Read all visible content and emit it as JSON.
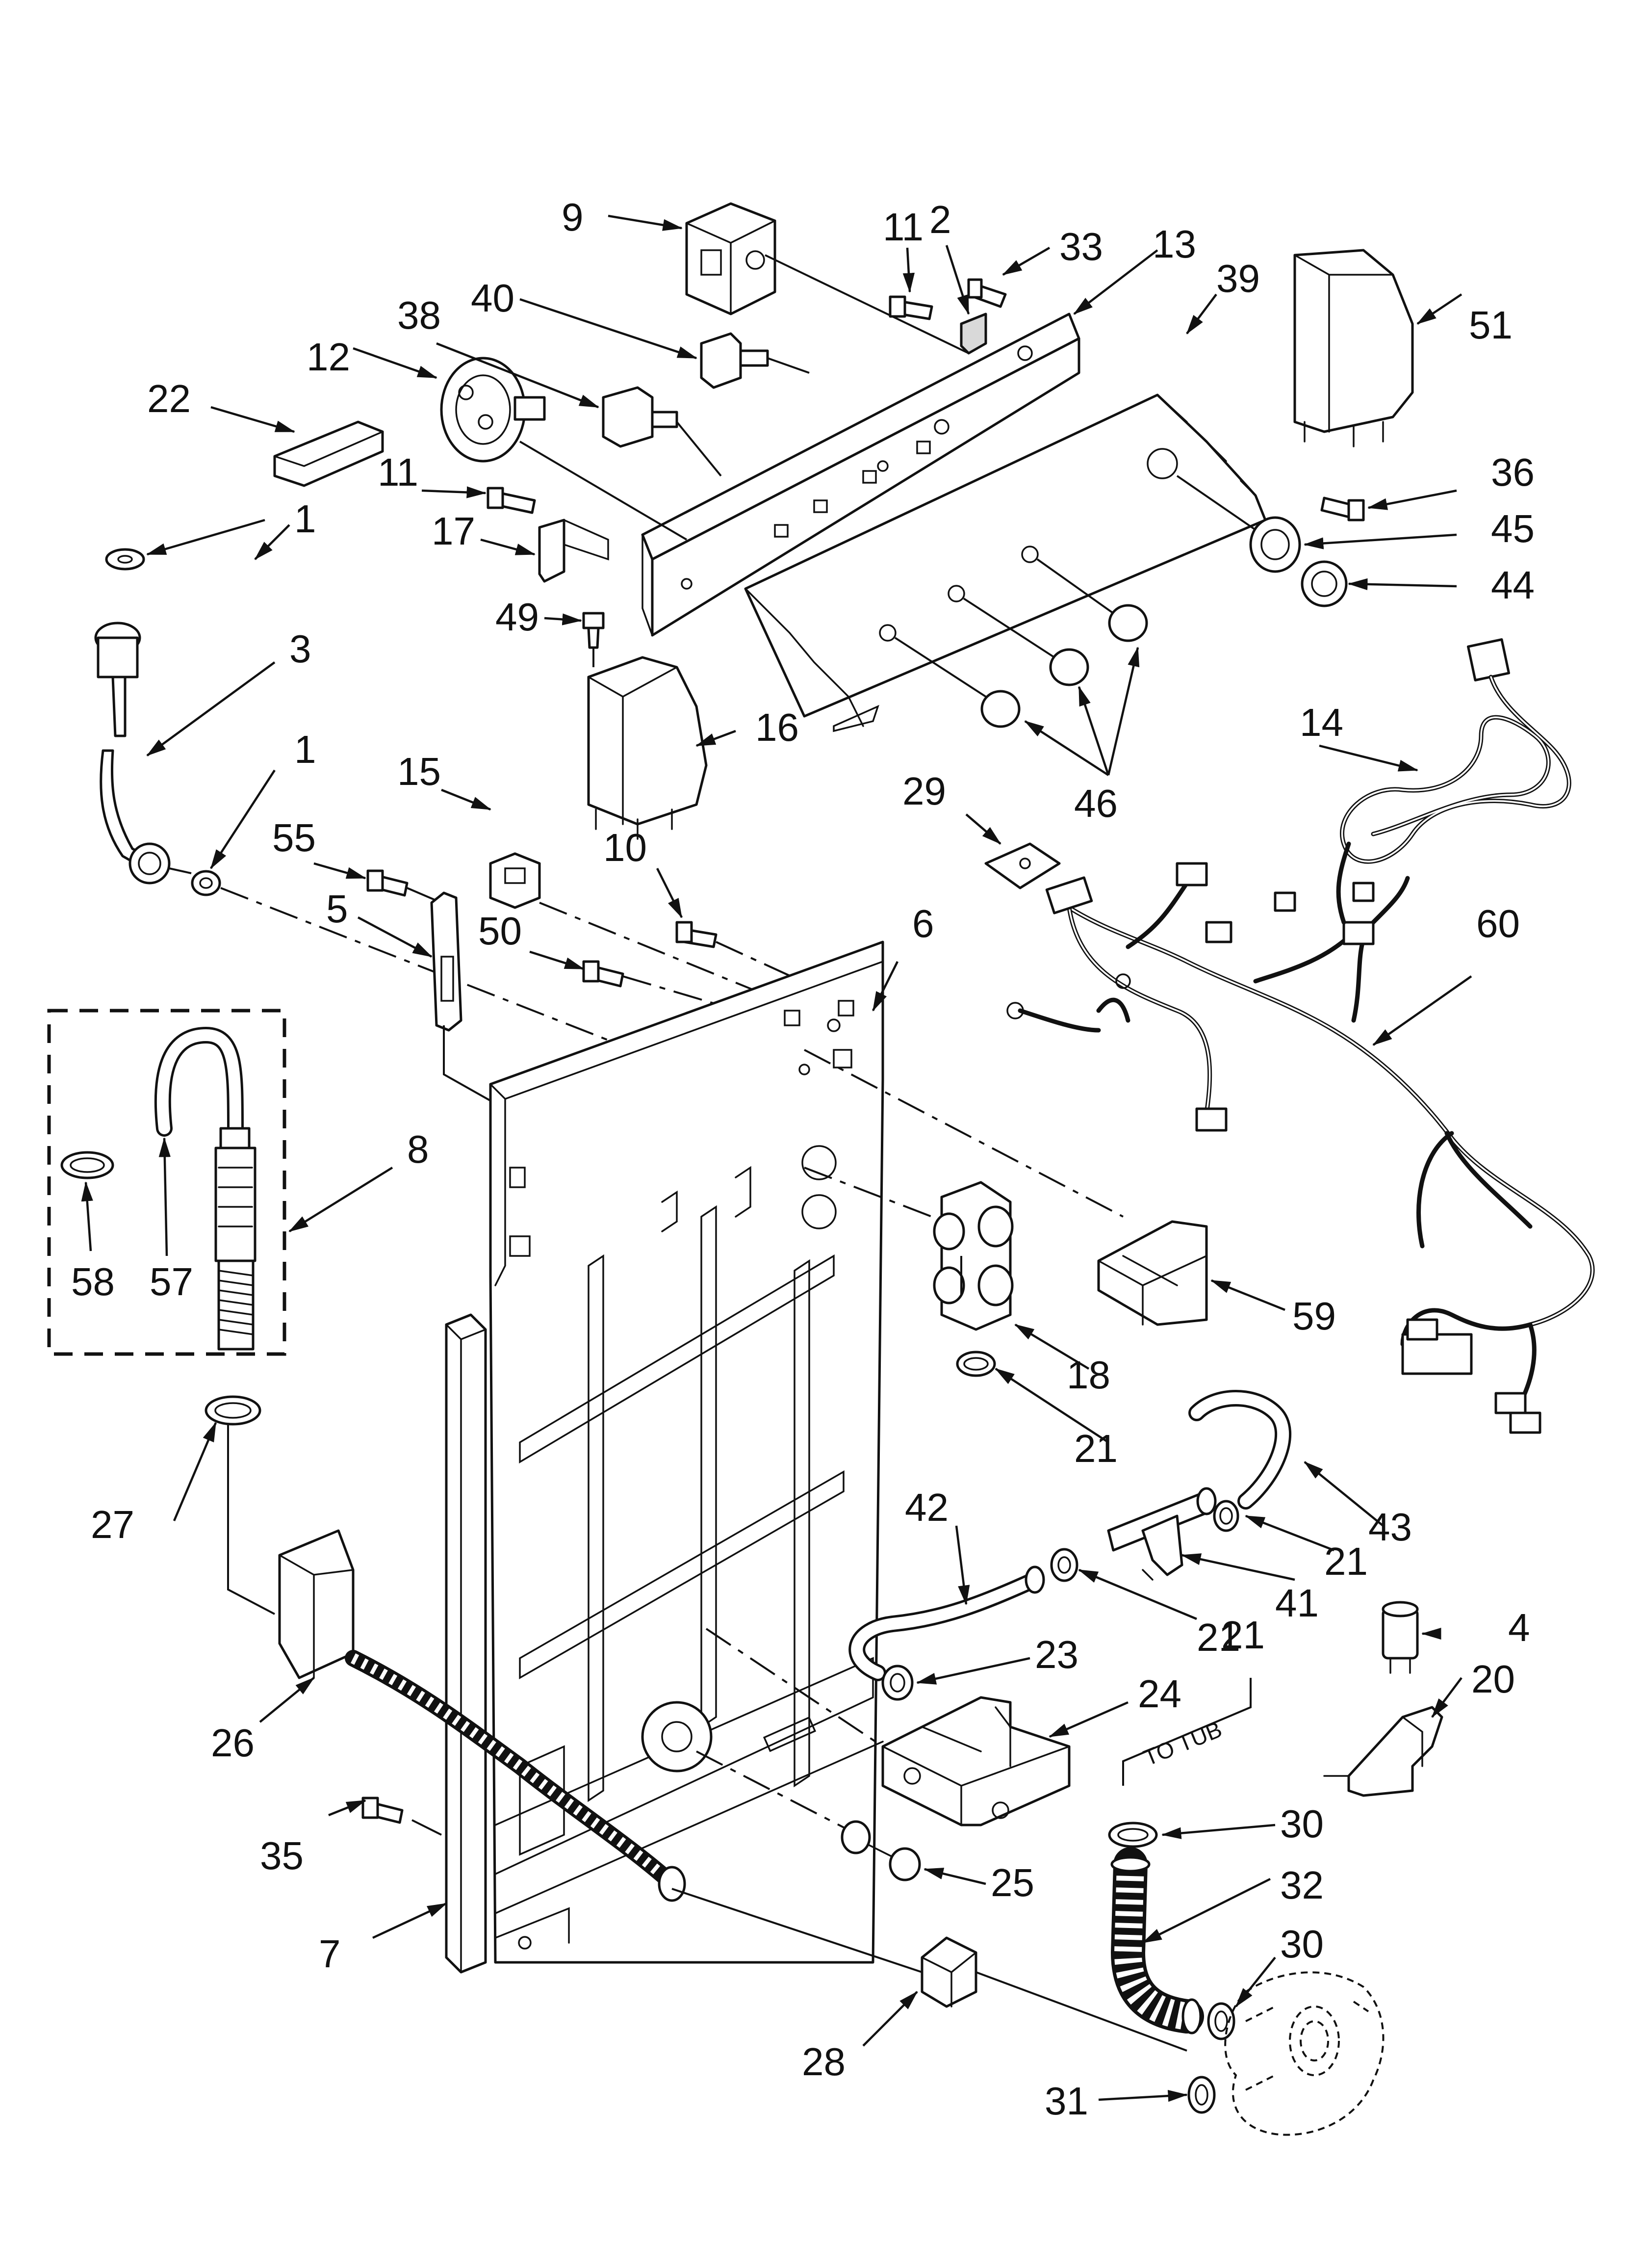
{
  "diagram": {
    "callouts": {
      "p1a": "1",
      "p1b": "1",
      "p2": "2",
      "p3": "3",
      "p4": "4",
      "p5": "5",
      "p6": "6",
      "p7": "7",
      "p8": "8",
      "p9": "9",
      "p10": "10",
      "p11a": "11",
      "p11b": "11",
      "p12": "12",
      "p13": "13",
      "p14": "14",
      "p15": "15",
      "p16": "16",
      "p17": "17",
      "p18": "18",
      "p20": "20",
      "p21a": "21",
      "p21b": "21",
      "p21c": "21",
      "p21d": "21",
      "p22": "22",
      "p23": "23",
      "p24": "24",
      "p25": "25",
      "p26": "26",
      "p27": "27",
      "p28": "28",
      "p29": "29",
      "p30a": "30",
      "p30b": "30",
      "p31": "31",
      "p32": "32",
      "p33": "33",
      "p35": "35",
      "p36": "36",
      "p38": "38",
      "p39": "39",
      "p40": "40",
      "p41": "41",
      "p42": "42",
      "p43": "43",
      "p44": "44",
      "p45": "45",
      "p46": "46",
      "p49": "49",
      "p50": "50",
      "p51": "51",
      "p55": "55",
      "p57": "57",
      "p58": "58",
      "p59": "59",
      "p60": "60"
    },
    "annotations": {
      "to_tub": "TO TUB"
    }
  }
}
